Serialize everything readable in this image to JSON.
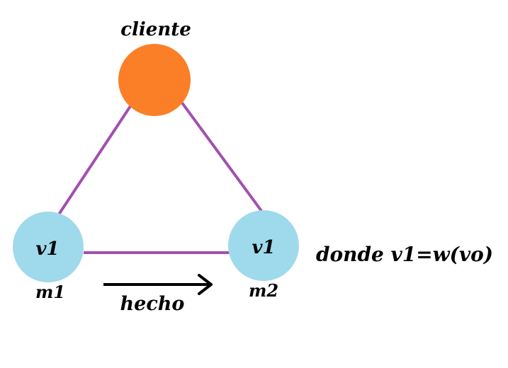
{
  "colors": {
    "background": "#ffffff",
    "edge": "#a34fb0",
    "client_node": "#fb7f26",
    "model_node": "#9fd9ec",
    "text": "#000000",
    "arrow": "#000000"
  },
  "nodes": {
    "cliente": {
      "label": "cliente"
    },
    "m1": {
      "inner_label": "v1",
      "caption": "m1"
    },
    "m2": {
      "inner_label": "v1",
      "caption": "m2"
    }
  },
  "edges": [
    {
      "from": "cliente",
      "to": "m1"
    },
    {
      "from": "cliente",
      "to": "m2"
    },
    {
      "from": "m1",
      "to": "m2"
    }
  ],
  "arrow": {
    "label": "hecho",
    "direction": "right",
    "icon": "right-arrow-icon"
  },
  "formula": {
    "text": "donde v1=w(vo)"
  }
}
